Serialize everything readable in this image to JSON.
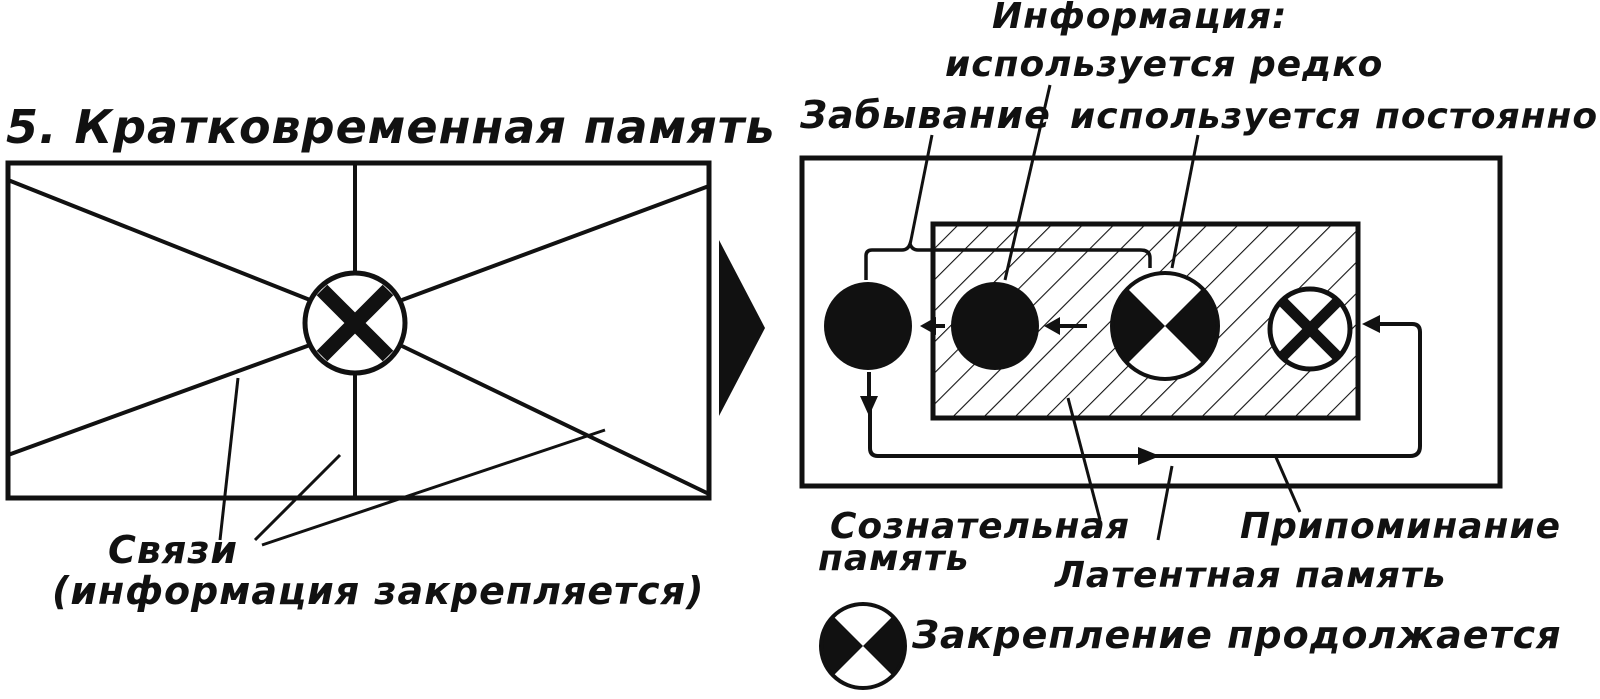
{
  "left_panel": {
    "title": "5. Кратковременная память",
    "links_label": "Связи",
    "links_note": "(информация закрепляется)"
  },
  "right_panel": {
    "info_title": "Информация:",
    "info_rare": "используется редко",
    "info_constant": "используется постоянно",
    "forgetting": "Забывание",
    "conscious_memory_line1": "Сознательная",
    "conscious_memory_line2": "память",
    "recall": "Припоминание",
    "latent_memory": "Латентная память"
  },
  "legend": {
    "consolidation": "Закрепление продолжается"
  },
  "colors": {
    "ink": "#111111",
    "background": "#ffffff"
  }
}
